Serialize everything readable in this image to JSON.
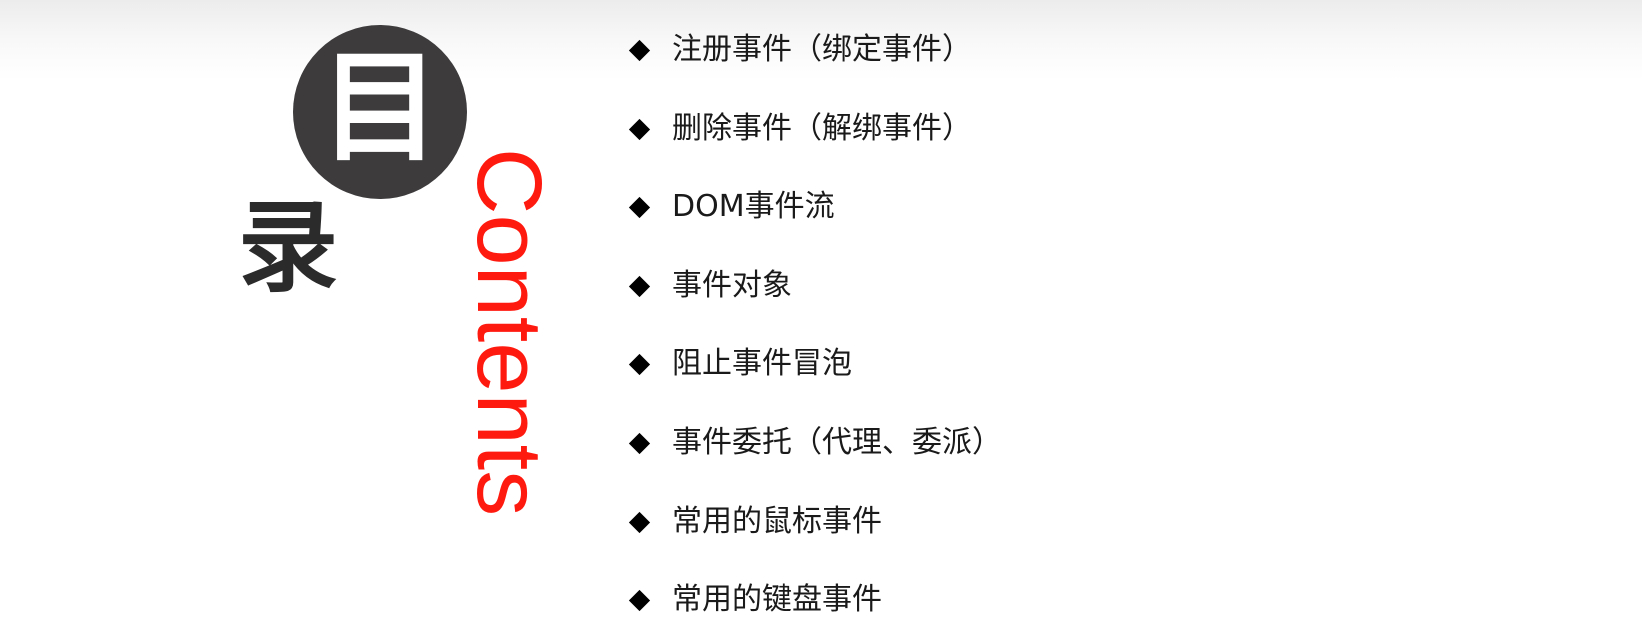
{
  "title": {
    "circle_char": "目",
    "second_char": "录",
    "english": "Contents"
  },
  "colors": {
    "circle": "#3d3b3c",
    "accent": "#ff1a10",
    "text": "#1a1a1a"
  },
  "toc": {
    "bullet_icon": "black-diamond-icon",
    "items": [
      "注册事件（绑定事件）",
      "删除事件（解绑事件）",
      "DOM事件流",
      "事件对象",
      "阻止事件冒泡",
      "事件委托（代理、委派）",
      "常用的鼠标事件",
      "常用的键盘事件"
    ]
  }
}
